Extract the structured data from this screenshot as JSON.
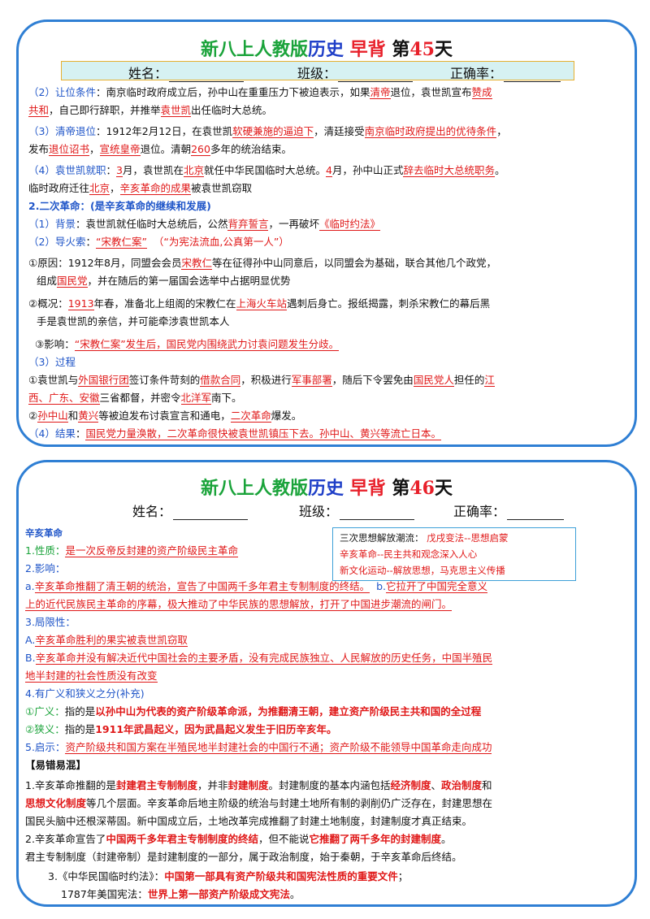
{
  "day45": {
    "title": {
      "p1": "新八上人教版",
      "p2": "历史",
      "p3": "早背",
      "p4": "第",
      "num": "45",
      "p5": "天"
    },
    "namebar": {
      "name": "姓名：",
      "class": "班级：",
      "rate": "正确率："
    },
    "l1": {
      "a": "（2）让位条件",
      "b": "：南京临时政府成立后，孙中山在重重压力下被迫表示，如果",
      "c": "清帝",
      "d": "退位，袁世凯宣布",
      "e": "赞成"
    },
    "l2": {
      "a": "共和",
      "b": "，自己即行辞职，并推举",
      "c": "袁世凯",
      "d": "出任临时大总统。"
    },
    "l3": {
      "a": "（3）清帝退位",
      "b": "：1912年2月12日，在袁世凯",
      "c": "软硬兼施的逼迫下",
      "d": "，清廷接受",
      "e": "南京临时政府提出的优待条件",
      "f": "，"
    },
    "l4": {
      "a": "发布",
      "b": "退位诏书",
      "c": "，",
      "d": "宣统皇帝",
      "e": "退位。清朝",
      "f": "260",
      "g": "多年的统治结束。"
    },
    "l5": {
      "a": "（4）袁世凯就职",
      "b": "：",
      "c": "3",
      "d": "月，袁世凯在",
      "e": "北京",
      "f": "就任中华民国临时大总统。",
      "g": "4",
      "h": "月，孙中山正式",
      "i": "辞去临时大总统职务",
      "j": "。"
    },
    "l6": {
      "a": "临时政府迁往",
      "b": "北京",
      "c": "，",
      "d": "辛亥革命的成果",
      "e": "被袁世凯窃取"
    },
    "l7": {
      "a": "2.二次革命：(是辛亥革命的继续和发展)"
    },
    "l8": {
      "a": "（1）背景",
      "b": "：袁世凯就任临时大总统后，公然",
      "c": "背弃誓言",
      "d": "，一再破坏",
      "e": "《临时约法》"
    },
    "l9": {
      "a": "（2）导火索",
      "b": "：",
      "c": "“宋教仁案”",
      "d": "（“为宪法流血,公真第一人”）"
    },
    "l10": {
      "a": "①原因：1912年8月，同盟会会员",
      "b": "宋教仁",
      "c": "等在征得孙中山同意后，以同盟会为基础，联合其他几个政党，"
    },
    "l11": {
      "a": "组成",
      "b": "国民党",
      "c": "，并在随后的第一届国会选举中占据明显优势"
    },
    "l12": {
      "a": "②概况：",
      "b": "1913",
      "c": "年春，准备北上组阁的宋教仁在",
      "d": "上海火车站",
      "e": "遇刺后身亡。报纸揭露，刺杀宋教仁的幕后黑"
    },
    "l13": {
      "a": "手是袁世凯的亲信，并可能牵涉袁世凯本人"
    },
    "l14": {
      "a": "③影响：",
      "b": "“宋教仁案”发生后，国民党内围绕武力讨袁问题发生分歧。"
    },
    "l15": {
      "a": "（3）过程"
    },
    "l16": {
      "a": "①袁世凯与",
      "b": "外国银行团",
      "c": "签订条件苛刻的",
      "d": "借款合同",
      "e": "，积极进行",
      "f": "军事部署",
      "g": "，随后下令罢免由",
      "h": "国民党人",
      "i": "担任的",
      "j": "江"
    },
    "l17": {
      "a": "西、广东、安徽",
      "b": "三省都督，并密令",
      "c": "北洋军",
      "d": "南下。"
    },
    "l18": {
      "a": "②",
      "b": "孙中山",
      "c": "和",
      "d": "黄兴",
      "e": "等被迫发布讨袁宣言和通电，",
      "f": "二次革命",
      "g": "爆发。"
    },
    "l19": {
      "a": "（4）结果",
      "b": "：",
      "c": "国民党力量涣散，二次革命很快被袁世凯镇压下去。孙中山、黄兴等流亡日本。"
    }
  },
  "day46": {
    "title": {
      "p1": "新八上人教版",
      "p2": "历史",
      "p3": "早背",
      "p4": "第",
      "num": "46",
      "p5": "天"
    },
    "namebar": {
      "name": "姓名：",
      "class": "班级：",
      "rate": "正确率："
    },
    "box": {
      "l1a": "三次思想解放潮流：",
      "l1b": "戊戌变法--思想启蒙",
      "l2": "辛亥革命--民主共和观念深入人心",
      "l3": "新文化运动--解放思想，马克思主义传播"
    },
    "m1": "辛亥革命",
    "m2": {
      "a": "1.性质：",
      "b": "是一次反帝反封建的资产阶级民主革命"
    },
    "m3": "2.影响：",
    "m4": {
      "a": "a.",
      "b": "辛亥革命推翻了清王朝的统治，宣告了中国两千多年君主专制制度的终结。",
      "c": "b.",
      "d": "它拉开了中国完全意义"
    },
    "m5": "上的近代民族民主革命的序幕，极大推动了中华民族的思想解放，打开了中国进步潮流的闸门。",
    "m6": "3.局限性：",
    "m7": {
      "a": "A.",
      "b": "辛亥革命胜利的果实被袁世凯窃取"
    },
    "m8": {
      "a": "B.",
      "b": "辛亥革命并没有解决近代中国社会的主要矛盾，没有完成民族独立、人民解放的历史任务，中国半殖民"
    },
    "m9": "地半封建的社会性质没有改变",
    "m10": "4.有广义和狭义之分(补充)",
    "m11": {
      "a": "①广义：",
      "b": "指的是",
      "c": "以孙中山为代表的资产阶级革命派，为推翻清王朝，建立资产阶级民主共和国的全过程"
    },
    "m12": {
      "a": "②狭义：",
      "b": "指的是",
      "c": "1911年武昌起义，因为武昌起义发生于旧历辛亥年。"
    },
    "m13": {
      "a": "5.启示：",
      "b": "资产阶级共和国方案在半殖民地半封建社会的中国行不通；资产阶级不能领导中国革命走向成功"
    },
    "m14": "【易错易混】",
    "m15": {
      "a": "1.辛亥革命推翻的是",
      "b": "封建君主专制制度",
      "c": "，并非",
      "d": "封建制度",
      "e": "。封建制度的基本内涵包括",
      "f": "经济制度",
      "g": "、",
      "h": "政治制度",
      "i": "和"
    },
    "m16": {
      "a": "思想文化制度",
      "b": "等几个层面。辛亥革命后地主阶级的统治与封建土地所有制的剥削仍广泛存在，封建思想在"
    },
    "m17": "国民头脑中还根深蒂固。新中国成立后，土地改革完成推翻了封建土地制度，封建制度才真正结束。",
    "m18": {
      "a": "2.辛亥革命宣告了",
      "b": "中国两千多年君主专制制度的终结",
      "c": "，但不能说",
      "d": "它推翻了两千多年的封建制度",
      "e": "。"
    },
    "m19": "君主专制制度（封建帝制）是封建制度的一部分，属于政治制度，始于秦朝，于辛亥革命后终结。",
    "m20": {
      "a": "3.《中华民国临时约法》：",
      "b": "中国第一部具有资产阶级共和国宪法性质的重要文件",
      "c": "；"
    },
    "m21": {
      "a": "1787年美国宪法：",
      "b": "世界上第一部资产阶级成文宪法",
      "c": "。"
    }
  }
}
